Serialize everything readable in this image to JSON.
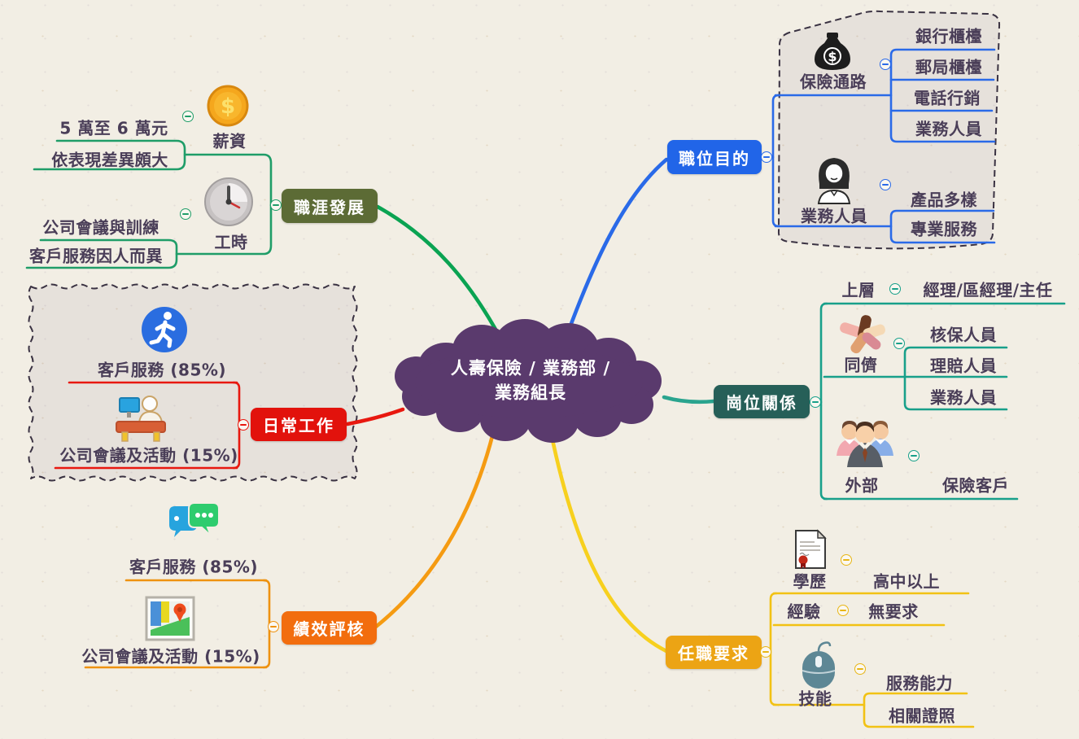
{
  "center": {
    "line1": "人壽保險 / 業務部 /",
    "line2": "業務組長",
    "color": "#5a3a6d"
  },
  "palette": {
    "background": "#f2eee4",
    "boundary_stroke": "#3a3242",
    "label_text": "#4a3e58"
  },
  "branches": {
    "career": {
      "label": "職涯發展",
      "color": "#5c6b35",
      "line": "#1f9d68",
      "salary": {
        "label": "薪資",
        "icon": "coin-icon",
        "children": [
          "5 萬至 6 萬元",
          "依表現差異頗大"
        ]
      },
      "hours": {
        "label": "工時",
        "icon": "clock-icon",
        "children": [
          "公司會議與訓練",
          "客戶服務因人而異"
        ]
      }
    },
    "purpose": {
      "label": "職位目的",
      "color": "#2165e8",
      "line": "#2a6ae8",
      "channels": {
        "label": "保險通路",
        "icon": "money-bag-icon",
        "children": [
          "銀行櫃檯",
          "郵局櫃檯",
          "電話行銷",
          "業務人員"
        ]
      },
      "sales": {
        "label": "業務人員",
        "icon": "saleswoman-icon",
        "children": [
          "產品多樣",
          "專業服務"
        ]
      }
    },
    "relations": {
      "label": "崗位關係",
      "color": "#265f58",
      "line": "#18a08a",
      "upper": {
        "label": "上層",
        "value": "經理/區經理/主任"
      },
      "peers": {
        "label": "同儕",
        "icon": "hands-icon",
        "children": [
          "核保人員",
          "理賠人員",
          "業務人員"
        ]
      },
      "external": {
        "label": "外部",
        "icon": "team-icon",
        "value": "保險客戶"
      }
    },
    "requirements": {
      "label": "任職要求",
      "color": "#eca414",
      "line": "#f2c214",
      "education": {
        "label": "學歷",
        "icon": "certificate-icon",
        "value": "高中以上"
      },
      "experience": {
        "label": "經驗",
        "value": "無要求"
      },
      "skills": {
        "label": "技能",
        "icon": "mouse-icon",
        "children": [
          "服務能力",
          "相關證照"
        ]
      }
    },
    "evaluation": {
      "label": "績效評核",
      "color": "#f26d0e",
      "line": "#ee9210",
      "items": [
        {
          "label": "客戶服務 (85%)",
          "icon": "chat-icon"
        },
        {
          "label": "公司會議及活動 (15%)",
          "icon": "map-icon"
        }
      ]
    },
    "daily": {
      "label": "日常工作",
      "color": "#e2120c",
      "line": "#e8180f",
      "items": [
        {
          "label": "客戶服務 (85%)",
          "icon": "walking-icon"
        },
        {
          "label": "公司會議及活動 (15%)",
          "icon": "desk-icon"
        }
      ]
    }
  }
}
